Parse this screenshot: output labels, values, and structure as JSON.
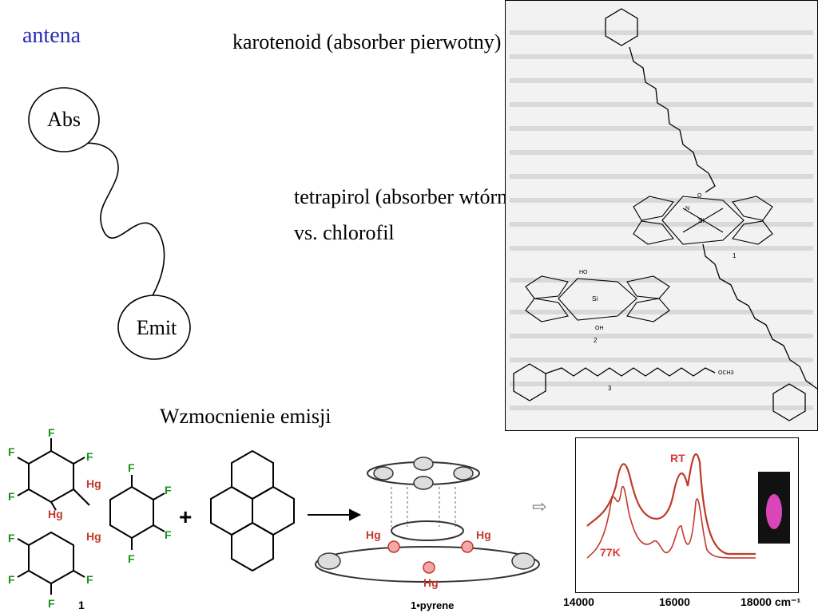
{
  "title": "antena",
  "diagram": {
    "abs_label": "Abs",
    "emit_label": "Emit"
  },
  "captions": {
    "carotenoid": "karotenoid (absorber pierwotny)",
    "tetrapyrrole_line1": "tetrapirol (absorber wtórny)",
    "tetrapyrrole_line2": "vs. chlorofil",
    "emission": "Wzmocnienie emisji"
  },
  "molecules": {
    "numbers": [
      "1",
      "2",
      "3"
    ],
    "silicon_atom": "Si",
    "nitrogen_atom": "N",
    "hydroxyl": "HO",
    "hydroxyl_bottom": "OH",
    "methoxy": "OCH3",
    "oxygen_atom": "O"
  },
  "reaction": {
    "fluorine": "F",
    "mercury": "Hg",
    "compound_number": "1",
    "plus": "+",
    "product_label": "1•pyrene"
  },
  "spectrum": {
    "rt_label": "RT",
    "low_temp_label": "77K",
    "ticks": [
      "14000",
      "16000",
      "18000 cm⁻¹"
    ],
    "colors": {
      "line": "#c0392b",
      "label": "#d83a3a",
      "glow": "#ff4fd8"
    }
  }
}
